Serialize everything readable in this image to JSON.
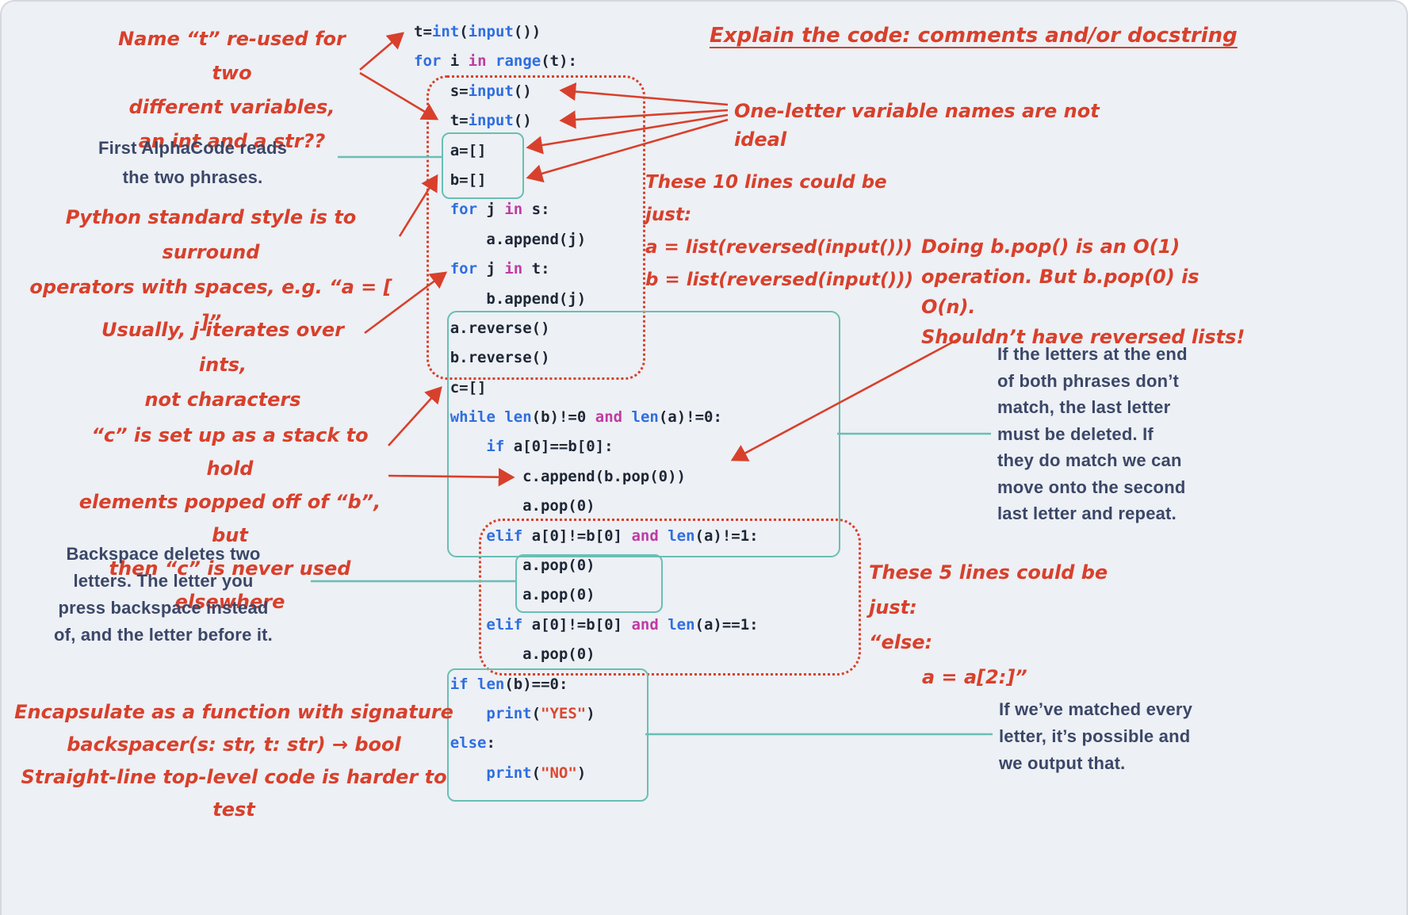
{
  "colors": {
    "background": "#edf0f4",
    "annotation_red": "#d8402c",
    "annotation_navy": "#3b4768",
    "teal": "#68bfb5",
    "code_keyword": "#2e6ee0",
    "code_builtin": "#2e6ee0",
    "code_operator_word": "#bf3ba4",
    "code_string": "#dc4731",
    "code_plain": "#1e2736"
  },
  "heading": {
    "text": "Explain the code: comments and/or docstring"
  },
  "notes": {
    "reused_t": {
      "text": "Name “t” re-used for two\ndifferent variables,\nan int and a str??"
    },
    "first_reads": {
      "text": "First AlphaCode reads\nthe two phrases."
    },
    "style_spaces": {
      "text": "Python standard style is to surround\noperators with spaces, e.g. “a = [ ]”"
    },
    "one_letter": {
      "text": "One-letter variable names are not ideal"
    },
    "j_iterates": {
      "text": "Usually, j iterates over ints,\nnot characters"
    },
    "ten_lines": {
      "text": "These 10 lines could be just:\na = list(reversed(input()))\nb = list(reversed(input()))"
    },
    "pop_complexity": {
      "text": "Doing b.pop() is an O(1)\noperation. But b.pop(0) is O(n).\nShouldn’t have reversed lists!"
    },
    "letters_end": {
      "text": "If the letters at the end\nof both phrases don’t\nmatch, the last letter\nmust be deleted. If\nthey do match we can\nmove onto the second\nlast letter and repeat."
    },
    "c_stack": {
      "text": "“c” is set up as a stack to hold\nelements popped off of “b”, but\nthen “c” is never used elsewhere"
    },
    "backspace": {
      "text": "Backspace deletes two\nletters. The letter you\npress backspace instead\nof, and the letter before it."
    },
    "five_lines": {
      "text": "These 5 lines could be just:\n“else:\n        a = a[2:]”"
    },
    "encapsulate": {
      "text": "Encapsulate as a function with signature\nbackspacer(s: str, t: str) → bool\nStraight-line top-level code is harder to test"
    },
    "matched": {
      "text": "If we’ve matched every\nletter, it’s possible and\nwe output that."
    }
  },
  "code": {
    "lines": [
      {
        "indent": 0,
        "tokens": [
          [
            "t=",
            "p"
          ],
          [
            "int",
            "b"
          ],
          [
            "(",
            "p"
          ],
          [
            "input",
            "b"
          ],
          [
            "())",
            "p"
          ]
        ]
      },
      {
        "indent": 0,
        "tokens": [
          [
            "for",
            "k"
          ],
          [
            " i ",
            "p"
          ],
          [
            "in",
            "m"
          ],
          [
            " ",
            "p"
          ],
          [
            "range",
            "b"
          ],
          [
            "(t):",
            "p"
          ]
        ]
      },
      {
        "indent": 1,
        "tokens": [
          [
            "s=",
            "p"
          ],
          [
            "input",
            "b"
          ],
          [
            "()",
            "p"
          ]
        ]
      },
      {
        "indent": 1,
        "tokens": [
          [
            "t=",
            "p"
          ],
          [
            "input",
            "b"
          ],
          [
            "()",
            "p"
          ]
        ]
      },
      {
        "indent": 1,
        "tokens": [
          [
            "a=[]",
            "p"
          ]
        ]
      },
      {
        "indent": 1,
        "tokens": [
          [
            "b=[]",
            "p"
          ]
        ]
      },
      {
        "indent": 1,
        "tokens": [
          [
            "for",
            "k"
          ],
          [
            " j ",
            "p"
          ],
          [
            "in",
            "m"
          ],
          [
            " s:",
            "p"
          ]
        ]
      },
      {
        "indent": 2,
        "tokens": [
          [
            "a.append(j)",
            "p"
          ]
        ]
      },
      {
        "indent": 1,
        "tokens": [
          [
            "for",
            "k"
          ],
          [
            " j ",
            "p"
          ],
          [
            "in",
            "m"
          ],
          [
            " t:",
            "p"
          ]
        ]
      },
      {
        "indent": 2,
        "tokens": [
          [
            "b.append(j)",
            "p"
          ]
        ]
      },
      {
        "indent": 1,
        "tokens": [
          [
            "a.reverse()",
            "p"
          ]
        ]
      },
      {
        "indent": 1,
        "tokens": [
          [
            "b.reverse()",
            "p"
          ]
        ]
      },
      {
        "indent": 1,
        "tokens": [
          [
            "c=[]",
            "p"
          ]
        ]
      },
      {
        "indent": 1,
        "tokens": [
          [
            "while",
            "k"
          ],
          [
            " ",
            "p"
          ],
          [
            "len",
            "b"
          ],
          [
            "(b)!=0 ",
            "p"
          ],
          [
            "and",
            "m"
          ],
          [
            " ",
            "p"
          ],
          [
            "len",
            "b"
          ],
          [
            "(a)!=0:",
            "p"
          ]
        ]
      },
      {
        "indent": 2,
        "tokens": [
          [
            "if",
            "k"
          ],
          [
            " a[0]==b[0]:",
            "p"
          ]
        ]
      },
      {
        "indent": 3,
        "tokens": [
          [
            "c.append(b.pop(0))",
            "p"
          ]
        ]
      },
      {
        "indent": 3,
        "tokens": [
          [
            "a.pop(0)",
            "p"
          ]
        ]
      },
      {
        "indent": 2,
        "tokens": [
          [
            "elif",
            "k"
          ],
          [
            " a[0]!=b[0] ",
            "p"
          ],
          [
            "and",
            "m"
          ],
          [
            " ",
            "p"
          ],
          [
            "len",
            "b"
          ],
          [
            "(a)!=1:",
            "p"
          ]
        ]
      },
      {
        "indent": 3,
        "tokens": [
          [
            "a.pop(0)",
            "p"
          ]
        ]
      },
      {
        "indent": 3,
        "tokens": [
          [
            "a.pop(0)",
            "p"
          ]
        ]
      },
      {
        "indent": 2,
        "tokens": [
          [
            "elif",
            "k"
          ],
          [
            " a[0]!=b[0] ",
            "p"
          ],
          [
            "and",
            "m"
          ],
          [
            " ",
            "p"
          ],
          [
            "len",
            "b"
          ],
          [
            "(a)==1:",
            "p"
          ]
        ]
      },
      {
        "indent": 3,
        "tokens": [
          [
            "a.pop(0)",
            "p"
          ]
        ]
      },
      {
        "indent": 1,
        "tokens": [
          [
            "if",
            "k"
          ],
          [
            " ",
            "p"
          ],
          [
            "len",
            "b"
          ],
          [
            "(b)==0:",
            "p"
          ]
        ]
      },
      {
        "indent": 2,
        "tokens": [
          [
            "print",
            "b"
          ],
          [
            "(",
            "p"
          ],
          [
            "\"YES\"",
            "s"
          ],
          [
            ")",
            "p"
          ]
        ]
      },
      {
        "indent": 1,
        "tokens": [
          [
            "else",
            "k"
          ],
          [
            ":",
            "p"
          ]
        ]
      },
      {
        "indent": 2,
        "tokens": [
          [
            "print",
            "b"
          ],
          [
            "(",
            "p"
          ],
          [
            "\"NO\"",
            "s"
          ],
          [
            ")",
            "p"
          ]
        ]
      }
    ]
  }
}
